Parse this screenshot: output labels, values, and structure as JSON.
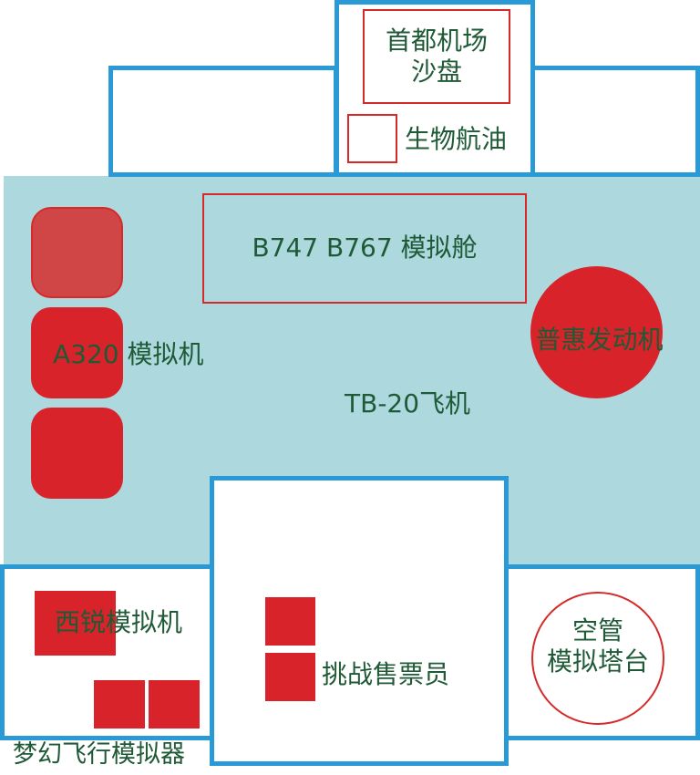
{
  "labels": {
    "sand_table": "首都机场\n沙盘",
    "biofuel": "生物航油",
    "b747_b767": "B747 B767 模拟舱",
    "a320": "A320 模拟机",
    "pw_engine": "普惠发动机",
    "tb20": "TB-20飞机",
    "cirrus": "西锐模拟机",
    "challenge": "挑战售票员",
    "dream_flight": "梦幻飞行模拟器",
    "atc_tower": "空管\n模拟塔台"
  },
  "colors": {
    "blue_frame": "#2a9ad6",
    "hall_fill": "#acd8de",
    "red": "#d9232a",
    "red_light": "#d04646",
    "text": "#1f5a36"
  }
}
